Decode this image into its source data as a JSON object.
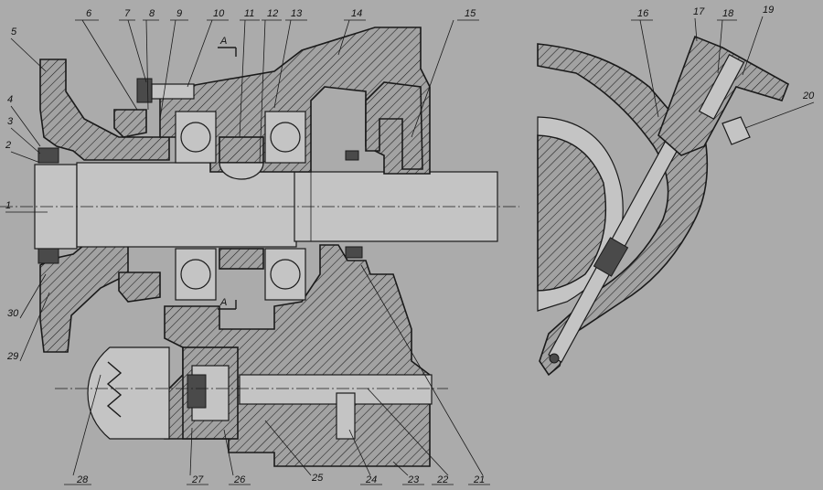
{
  "callouts": [
    {
      "id": "c1",
      "text": "1"
    },
    {
      "id": "c2",
      "text": "2"
    },
    {
      "id": "c3",
      "text": "3"
    },
    {
      "id": "c4",
      "text": "4"
    },
    {
      "id": "c5",
      "text": "5"
    },
    {
      "id": "c6",
      "text": "6"
    },
    {
      "id": "c7",
      "text": "7"
    },
    {
      "id": "c8",
      "text": "8"
    },
    {
      "id": "c9",
      "text": "9"
    },
    {
      "id": "c10",
      "text": "10"
    },
    {
      "id": "c11",
      "text": "11"
    },
    {
      "id": "c12",
      "text": "12"
    },
    {
      "id": "c13",
      "text": "13"
    },
    {
      "id": "c14",
      "text": "14"
    },
    {
      "id": "c15",
      "text": "15"
    },
    {
      "id": "c16",
      "text": "16"
    },
    {
      "id": "c17",
      "text": "17"
    },
    {
      "id": "c18",
      "text": "18"
    },
    {
      "id": "c19",
      "text": "19"
    },
    {
      "id": "c20",
      "text": "20"
    },
    {
      "id": "c21",
      "text": "21"
    },
    {
      "id": "c22",
      "text": "22"
    },
    {
      "id": "c23",
      "text": "23"
    },
    {
      "id": "c24",
      "text": "24"
    },
    {
      "id": "c25",
      "text": "25"
    },
    {
      "id": "c26",
      "text": "26"
    },
    {
      "id": "c27",
      "text": "27"
    },
    {
      "id": "c28",
      "text": "28"
    },
    {
      "id": "c29",
      "text": "29"
    },
    {
      "id": "c30",
      "text": "30"
    }
  ],
  "section_marks": {
    "top": "A",
    "bottom": "A"
  },
  "colors": {
    "background": "#ababab",
    "ink": "#1a1a1a"
  }
}
